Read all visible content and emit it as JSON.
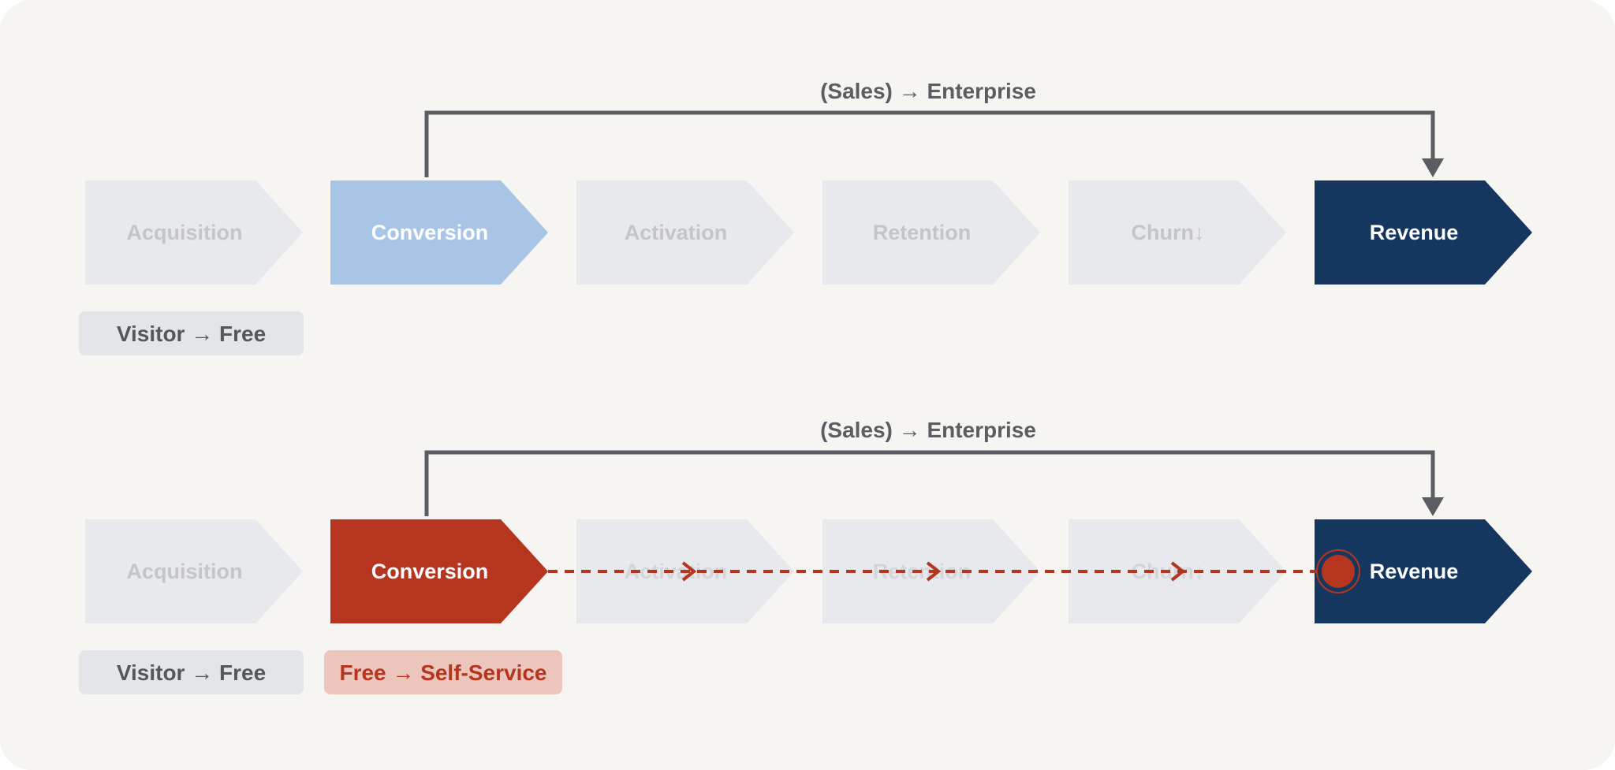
{
  "palette": {
    "background": "#f6f5f2",
    "muted_fill": "#e8e9ec",
    "muted_text": "#c3c5ca",
    "conversion_light": "#a9c5e6",
    "conversion_red": "#b5351f",
    "revenue_navy": "#15375f",
    "bracket": "#5a5d61",
    "tag_gray": "#e4e5e8",
    "tag_gray_text": "#54575c",
    "tag_red_fill": "#ecc5bc",
    "tag_red_text": "#b5351f"
  },
  "rows": [
    {
      "id": "top",
      "bracket_label": "(Sales) → Enterprise",
      "stages": [
        {
          "label": "Acquisition",
          "state": "muted"
        },
        {
          "label": "Conversion",
          "state": "light"
        },
        {
          "label": "Activation",
          "state": "muted"
        },
        {
          "label": "Retention",
          "state": "muted"
        },
        {
          "label": "Churn↓",
          "state": "muted"
        },
        {
          "label": "Revenue",
          "state": "navy"
        }
      ],
      "tags": [
        {
          "label": "Visitor → Free",
          "style": "gray",
          "under_stage": 0
        }
      ],
      "self_service_path": false
    },
    {
      "id": "bottom",
      "bracket_label": "(Sales) → Enterprise",
      "stages": [
        {
          "label": "Acquisition",
          "state": "muted"
        },
        {
          "label": "Conversion",
          "state": "red"
        },
        {
          "label": "Activation",
          "state": "hidden"
        },
        {
          "label": "Retention",
          "state": "hidden"
        },
        {
          "label": "Churn↓",
          "state": "hidden"
        },
        {
          "label": "Revenue",
          "state": "navy"
        }
      ],
      "tags": [
        {
          "label": "Visitor → Free",
          "style": "gray",
          "under_stage": 0
        },
        {
          "label": "Free → Self-Service",
          "style": "red",
          "under_stage": 1
        }
      ],
      "self_service_path": true
    }
  ]
}
